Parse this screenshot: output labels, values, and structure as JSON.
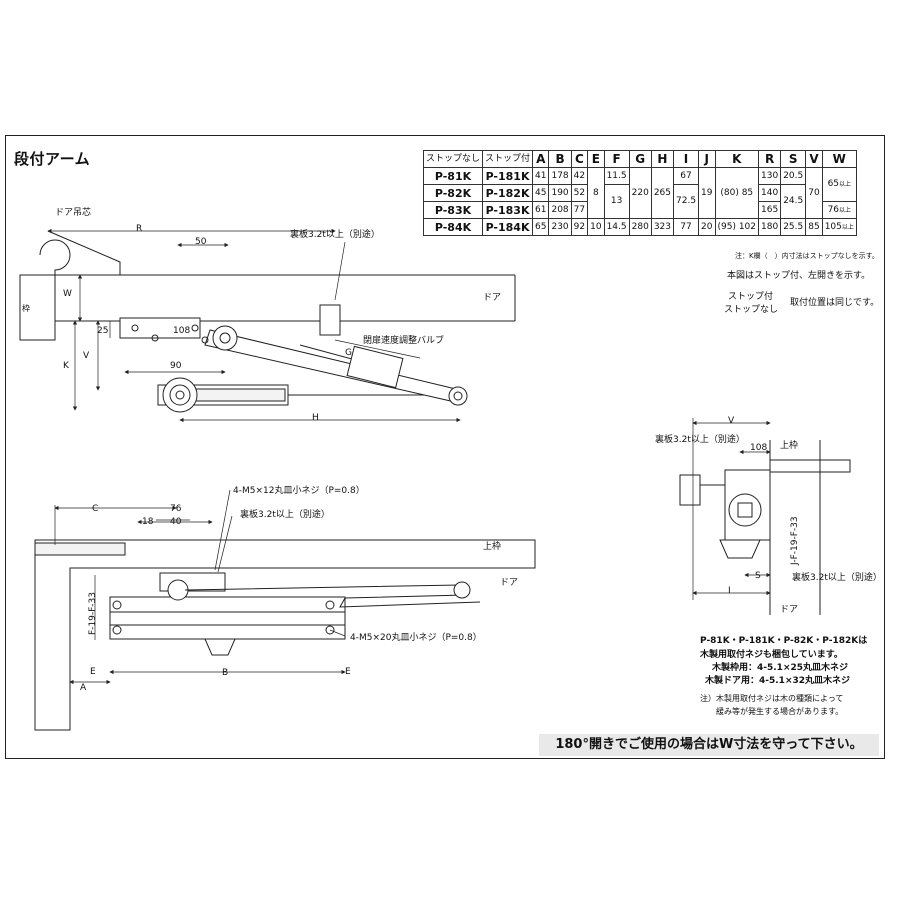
{
  "title": "段付アーム",
  "table": {
    "headers": [
      "ストップなし",
      "ストップ付",
      "A",
      "B",
      "C",
      "E",
      "F",
      "G",
      "H",
      "I",
      "J",
      "K",
      "R",
      "S",
      "V",
      "W"
    ],
    "rows": [
      [
        "P-81K",
        "P-181K",
        "41",
        "178",
        "42",
        "",
        "11.5",
        "",
        "",
        "67",
        "",
        "",
        "130",
        "20.5",
        "",
        "65"
      ],
      [
        "P-82K",
        "P-182K",
        "45",
        "190",
        "52",
        "8",
        "13",
        "220",
        "265",
        "72.5",
        "19",
        "(80) 85",
        "140",
        "24.5",
        "70",
        ""
      ],
      [
        "P-83K",
        "P-183K",
        "61",
        "208",
        "77",
        "",
        "",
        "",
        "",
        "",
        "",
        "",
        "165",
        "",
        "",
        "76"
      ],
      [
        "P-84K",
        "P-184K",
        "65",
        "230",
        "92",
        "10",
        "14.5",
        "280",
        "323",
        "77",
        "20",
        "(95) 102",
        "180",
        "25.5",
        "85",
        "105"
      ]
    ],
    "w_unit": "以上"
  },
  "notes": {
    "k_note": "注：K欄（　）内寸法はストップなしを示す。",
    "figure_note": "本図はストップ付、左開きを示す。",
    "stop_with": "ストップ付",
    "stop_without": "ストップなし",
    "same_position": "取付位置は同じです。",
    "wood_1": "P-81K・P-181K・P-82K・P-182Kは",
    "wood_2": "木製用取付ネジも梱包しています。",
    "wood_3": "木製枠用：4-5.1×25丸皿木ネジ",
    "wood_4": "木製ドア用：4-5.1×32丸皿木ネジ",
    "caution_1": "注）木製用取付ネジは木の種類によって",
    "caution_2": "緩み等が発生する場合があります。",
    "footer": "180°開きでご使用の場合はW寸法を守って下さい。"
  },
  "labels": {
    "door_hinge": "ドア吊芯",
    "frame": "枠",
    "upper_frame": "上枠",
    "door": "ドア",
    "backing_plate": "裏板3.2t以上（別途）",
    "valve": "閉扉速度調整バルブ",
    "screw_m5x12": "4-M5×12丸皿小ネジ（P=0.8）",
    "screw_m5x20": "4-M5×20丸皿小ネジ（P=0.8）"
  },
  "dims": {
    "R": "R",
    "W": "W",
    "V": "V",
    "K": "K",
    "G": "G",
    "H": "H",
    "C": "C",
    "B": "B",
    "A": "A",
    "E": "E",
    "S": "S",
    "I": "I",
    "J": "J",
    "F": "F",
    "d50": "50",
    "d25": "25",
    "d108": "108",
    "d90": "90",
    "d76": "76",
    "d18": "18",
    "d40": "40",
    "d33": "33",
    "d19": "19",
    "fdim": "F-19-F-33",
    "jdim": "J-F-19-F-33"
  }
}
